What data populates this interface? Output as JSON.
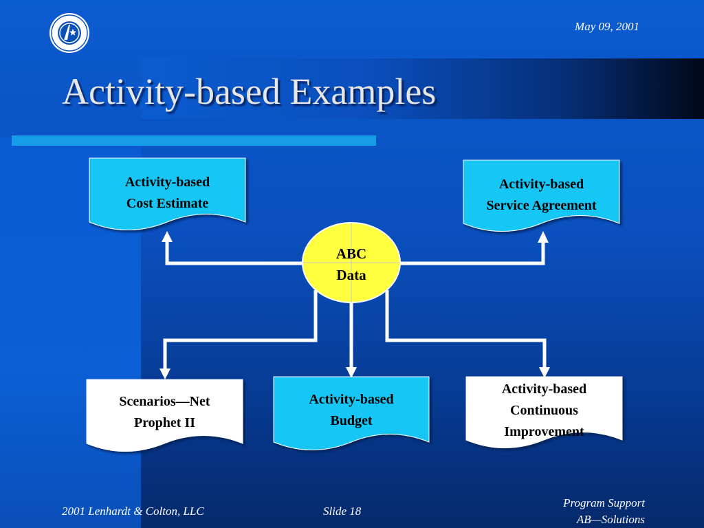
{
  "header": {
    "date": "May 09, 2001",
    "title": "Activity-based Examples"
  },
  "diagram": {
    "center": {
      "line1": "ABC",
      "line2": "Data"
    },
    "nodes": [
      {
        "id": "cost-estimate",
        "lines": [
          "Activity-based",
          "Cost Estimate"
        ]
      },
      {
        "id": "service-agreement",
        "lines": [
          "Activity-based",
          "Service Agreement"
        ]
      },
      {
        "id": "scenarios",
        "lines": [
          "Scenarios—Net",
          "Prophet II"
        ]
      },
      {
        "id": "budget",
        "lines": [
          "Activity-based",
          "Budget"
        ]
      },
      {
        "id": "continuous-improvement",
        "lines": [
          "Activity-based",
          "Continuous",
          "Improvement"
        ]
      }
    ]
  },
  "footer": {
    "copyright": "2001 Lenhardt & Colton, LLC",
    "slide": "Slide 18",
    "program_line1": "Program Support",
    "program_line2": "AB—Solutions"
  },
  "colors": {
    "background": "#0a4fbd",
    "accent": "#169de8",
    "doc_cyan": "#18c6f4",
    "doc_white": "#ffffff",
    "ellipse": "#ffff40",
    "connector": "#ffffff"
  }
}
